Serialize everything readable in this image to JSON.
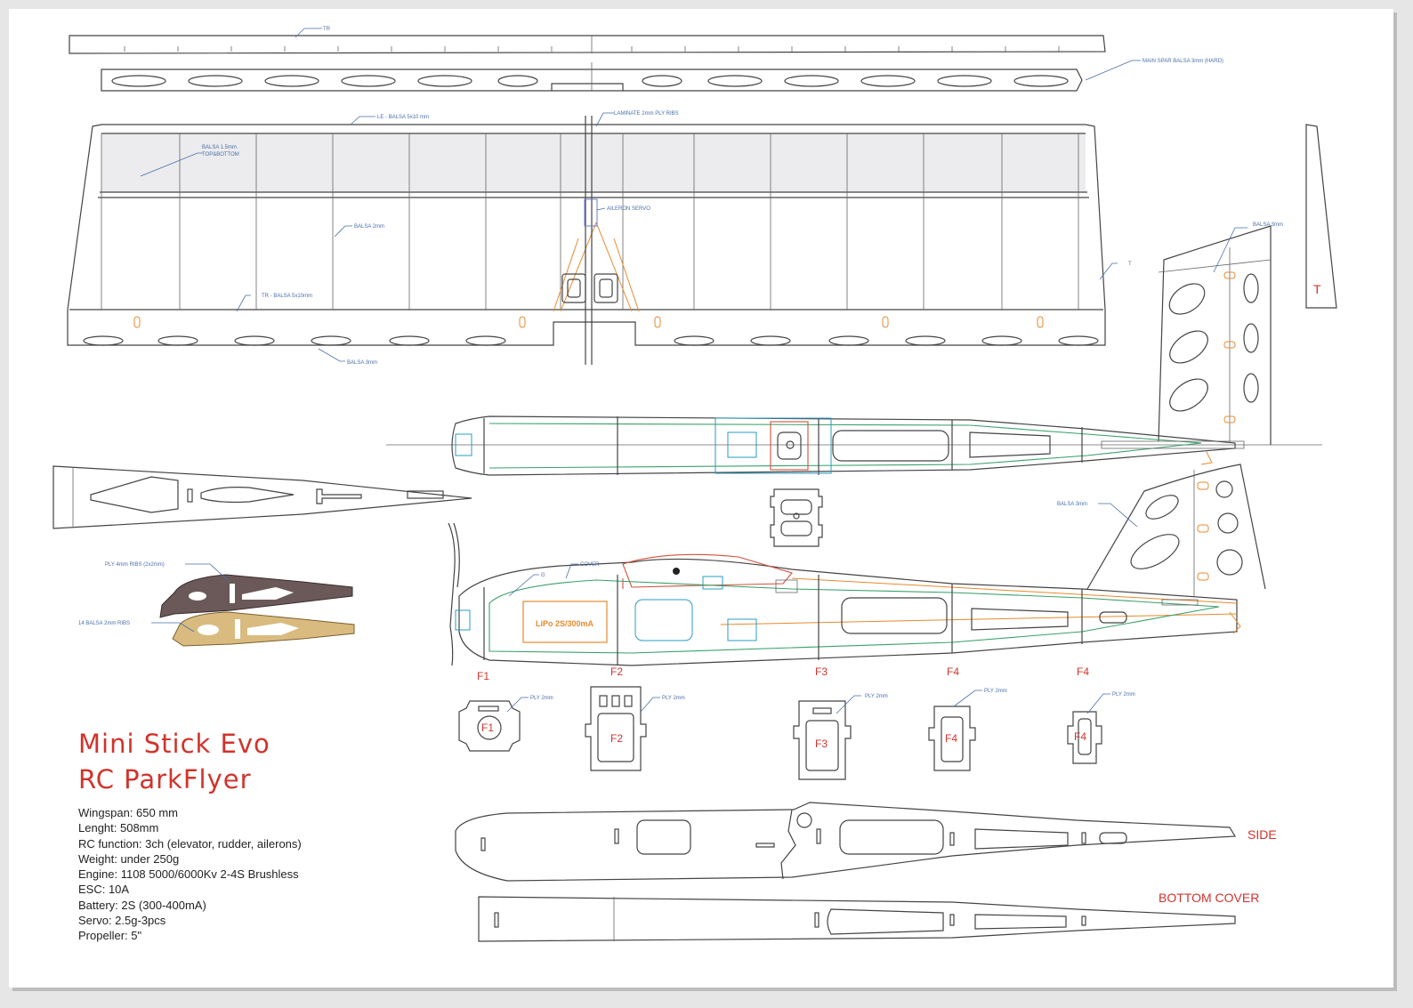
{
  "title": {
    "line1": "Mini Stick Evo",
    "line2": "RC ParkFlyer"
  },
  "specs": [
    "Wingspan: 650 mm",
    "Lenght: 508mm",
    "RC function: 3ch (elevator, rudder, ailerons)",
    "Weight: under 250g",
    "Engine: 1108 5000/6000Kv 2-4S Brushless",
    "ESC: 10A",
    "Battery: 2S (300-400mA)",
    "Servo: 2.5g-3pcs",
    "Propeller: 5\""
  ],
  "callouts": {
    "te_top": "TR",
    "main_spar": "MAIN SPAR BALSA 3mm (HARD)",
    "le": "LE - BALSA 5x10 mm",
    "laminate": "LAMINATE 2mm PLY RIBS",
    "balsa_sheet_l1": "BALSA 1.5mm",
    "balsa_sheet_l2": "TOP&BOTTOM",
    "aileron_servo": "AILERON SERVO",
    "balsa_2mm": "BALSA 2mm",
    "tr_balsa": "TR - BALSA 5x10mm",
    "balsa_3mm_wing": "BALSA 3mm",
    "t_small": "T",
    "balsa_3mm_tail": "BALSA 3mm",
    "balsa_3mm_fin": "BALSA 3mm",
    "ply_ribs": "PLY 4mm RIBS (2x2mm)",
    "balsa_ribs": "14 BALSA 2mm RIBS",
    "cover": "COVER",
    "g_label": "G",
    "battery": "LiPo 2S/300mA",
    "ply_f1": "PLY 2mm",
    "ply_f2": "PLY 2mm",
    "ply_f3": "PLY 2mm",
    "ply_f4a": "PLY 2mm",
    "ply_f4b": "PLY 2mm"
  },
  "tail_letter": "T",
  "formers": [
    "F1",
    "F2",
    "F3",
    "F4",
    "F4"
  ],
  "former_labels": [
    "F1",
    "F2",
    "F3",
    "F4",
    "F4"
  ],
  "side_label": "SIDE",
  "bottom_label": "BOTTOM COVER",
  "colors": {
    "title": "#d0342c",
    "outline": "#444444",
    "green": "#3aa06a",
    "cyan": "#2a9bc6",
    "orange": "#e68a2e",
    "label_blue": "#4a6fa8"
  }
}
